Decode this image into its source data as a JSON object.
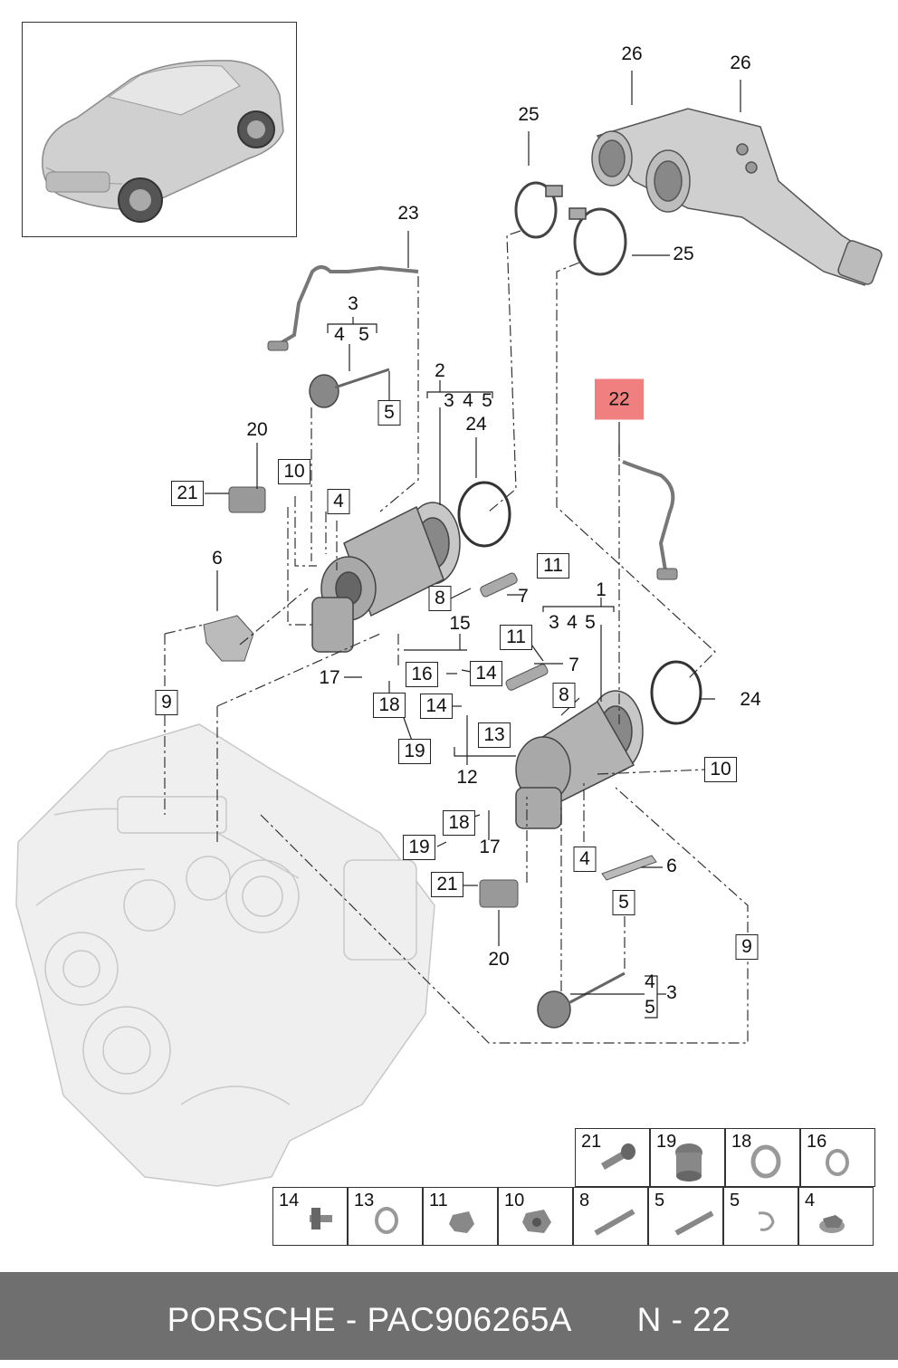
{
  "callouts": {
    "n26a": "26",
    "n26b": "26",
    "n25a": "25",
    "n25b": "25",
    "n23": "23",
    "n3a": "3",
    "n4a": "4",
    "n5a": "5",
    "n5box_a": "5",
    "n2": "2",
    "n3b": "3",
    "n4b": "4",
    "n5b": "5",
    "n24a": "24",
    "n22": "22",
    "n20a": "20",
    "n21a": "21",
    "n10a": "10",
    "n4box_a": "4",
    "n6a": "6",
    "n11a": "11",
    "n7a": "7",
    "n8a": "8",
    "n1": "1",
    "n3c": "3",
    "n4c": "4",
    "n5c": "5",
    "n15": "15",
    "n16": "16",
    "n14a": "14",
    "n11b": "11",
    "n7b": "7",
    "n8b": "8",
    "n24b": "24",
    "n17a": "17",
    "n18a": "18",
    "n9a": "9",
    "n14b": "14",
    "n13": "13",
    "n19a": "19",
    "n12": "12",
    "n10b": "10",
    "n18b": "18",
    "n19b": "19",
    "n17b": "17",
    "n4box_b": "4",
    "n6b": "6",
    "n21b": "21",
    "n20b": "20",
    "n5box_b": "5",
    "n9b": "9",
    "n4d": "4",
    "n5d": "5",
    "n3d": "3"
  },
  "legend": [
    {
      "number": "21",
      "icon": "bolt-icon"
    },
    {
      "number": "19",
      "icon": "plug-icon"
    },
    {
      "number": "18",
      "icon": "seal-ring-icon"
    },
    {
      "number": "16",
      "icon": "seal-ring-icon"
    },
    {
      "number": "14",
      "icon": "bolt-icon"
    },
    {
      "number": "13",
      "icon": "seal-ring-icon"
    },
    {
      "number": "11",
      "icon": "nut-icon"
    },
    {
      "number": "10",
      "icon": "nut-icon"
    },
    {
      "number": "8",
      "icon": "stud-icon"
    },
    {
      "number": "5",
      "icon": "stud-icon"
    },
    {
      "number": "5",
      "icon": "clip-icon"
    },
    {
      "number": "4",
      "icon": "flange-nut-icon"
    }
  ],
  "footer": {
    "brand_part": "PORSCHE - PAC906265A",
    "position": "N - 22"
  },
  "colors": {
    "highlight": "#f08080",
    "footer_bg": "#6f6f6f"
  }
}
